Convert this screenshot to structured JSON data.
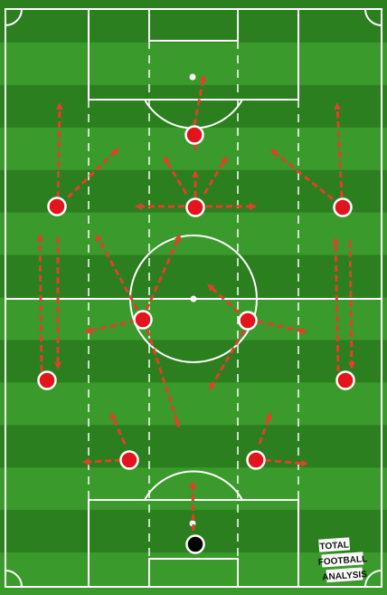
{
  "pitch": {
    "grass_dark": "#2b7f1f",
    "grass_light": "#3a9a2b",
    "line_color": "#ffffff",
    "player_fill": "#e3141b",
    "goalkeeper_fill": "#000000",
    "arrow_color": "#e0412a"
  },
  "players": [
    {
      "id": "gk",
      "role": "goalkeeper"
    },
    {
      "id": "rcb",
      "role": "defender"
    },
    {
      "id": "lcb",
      "role": "defender"
    },
    {
      "id": "rb",
      "role": "defender"
    },
    {
      "id": "lb",
      "role": "defender"
    },
    {
      "id": "rcm",
      "role": "midfielder"
    },
    {
      "id": "lcm",
      "role": "midfielder"
    },
    {
      "id": "rw",
      "role": "forward"
    },
    {
      "id": "cam",
      "role": "midfielder"
    },
    {
      "id": "lw",
      "role": "forward"
    },
    {
      "id": "st",
      "role": "forward"
    }
  ],
  "logo": {
    "line1": "TOTAL",
    "line2": "FOOTBALL",
    "line3": "ANALYSIS"
  }
}
